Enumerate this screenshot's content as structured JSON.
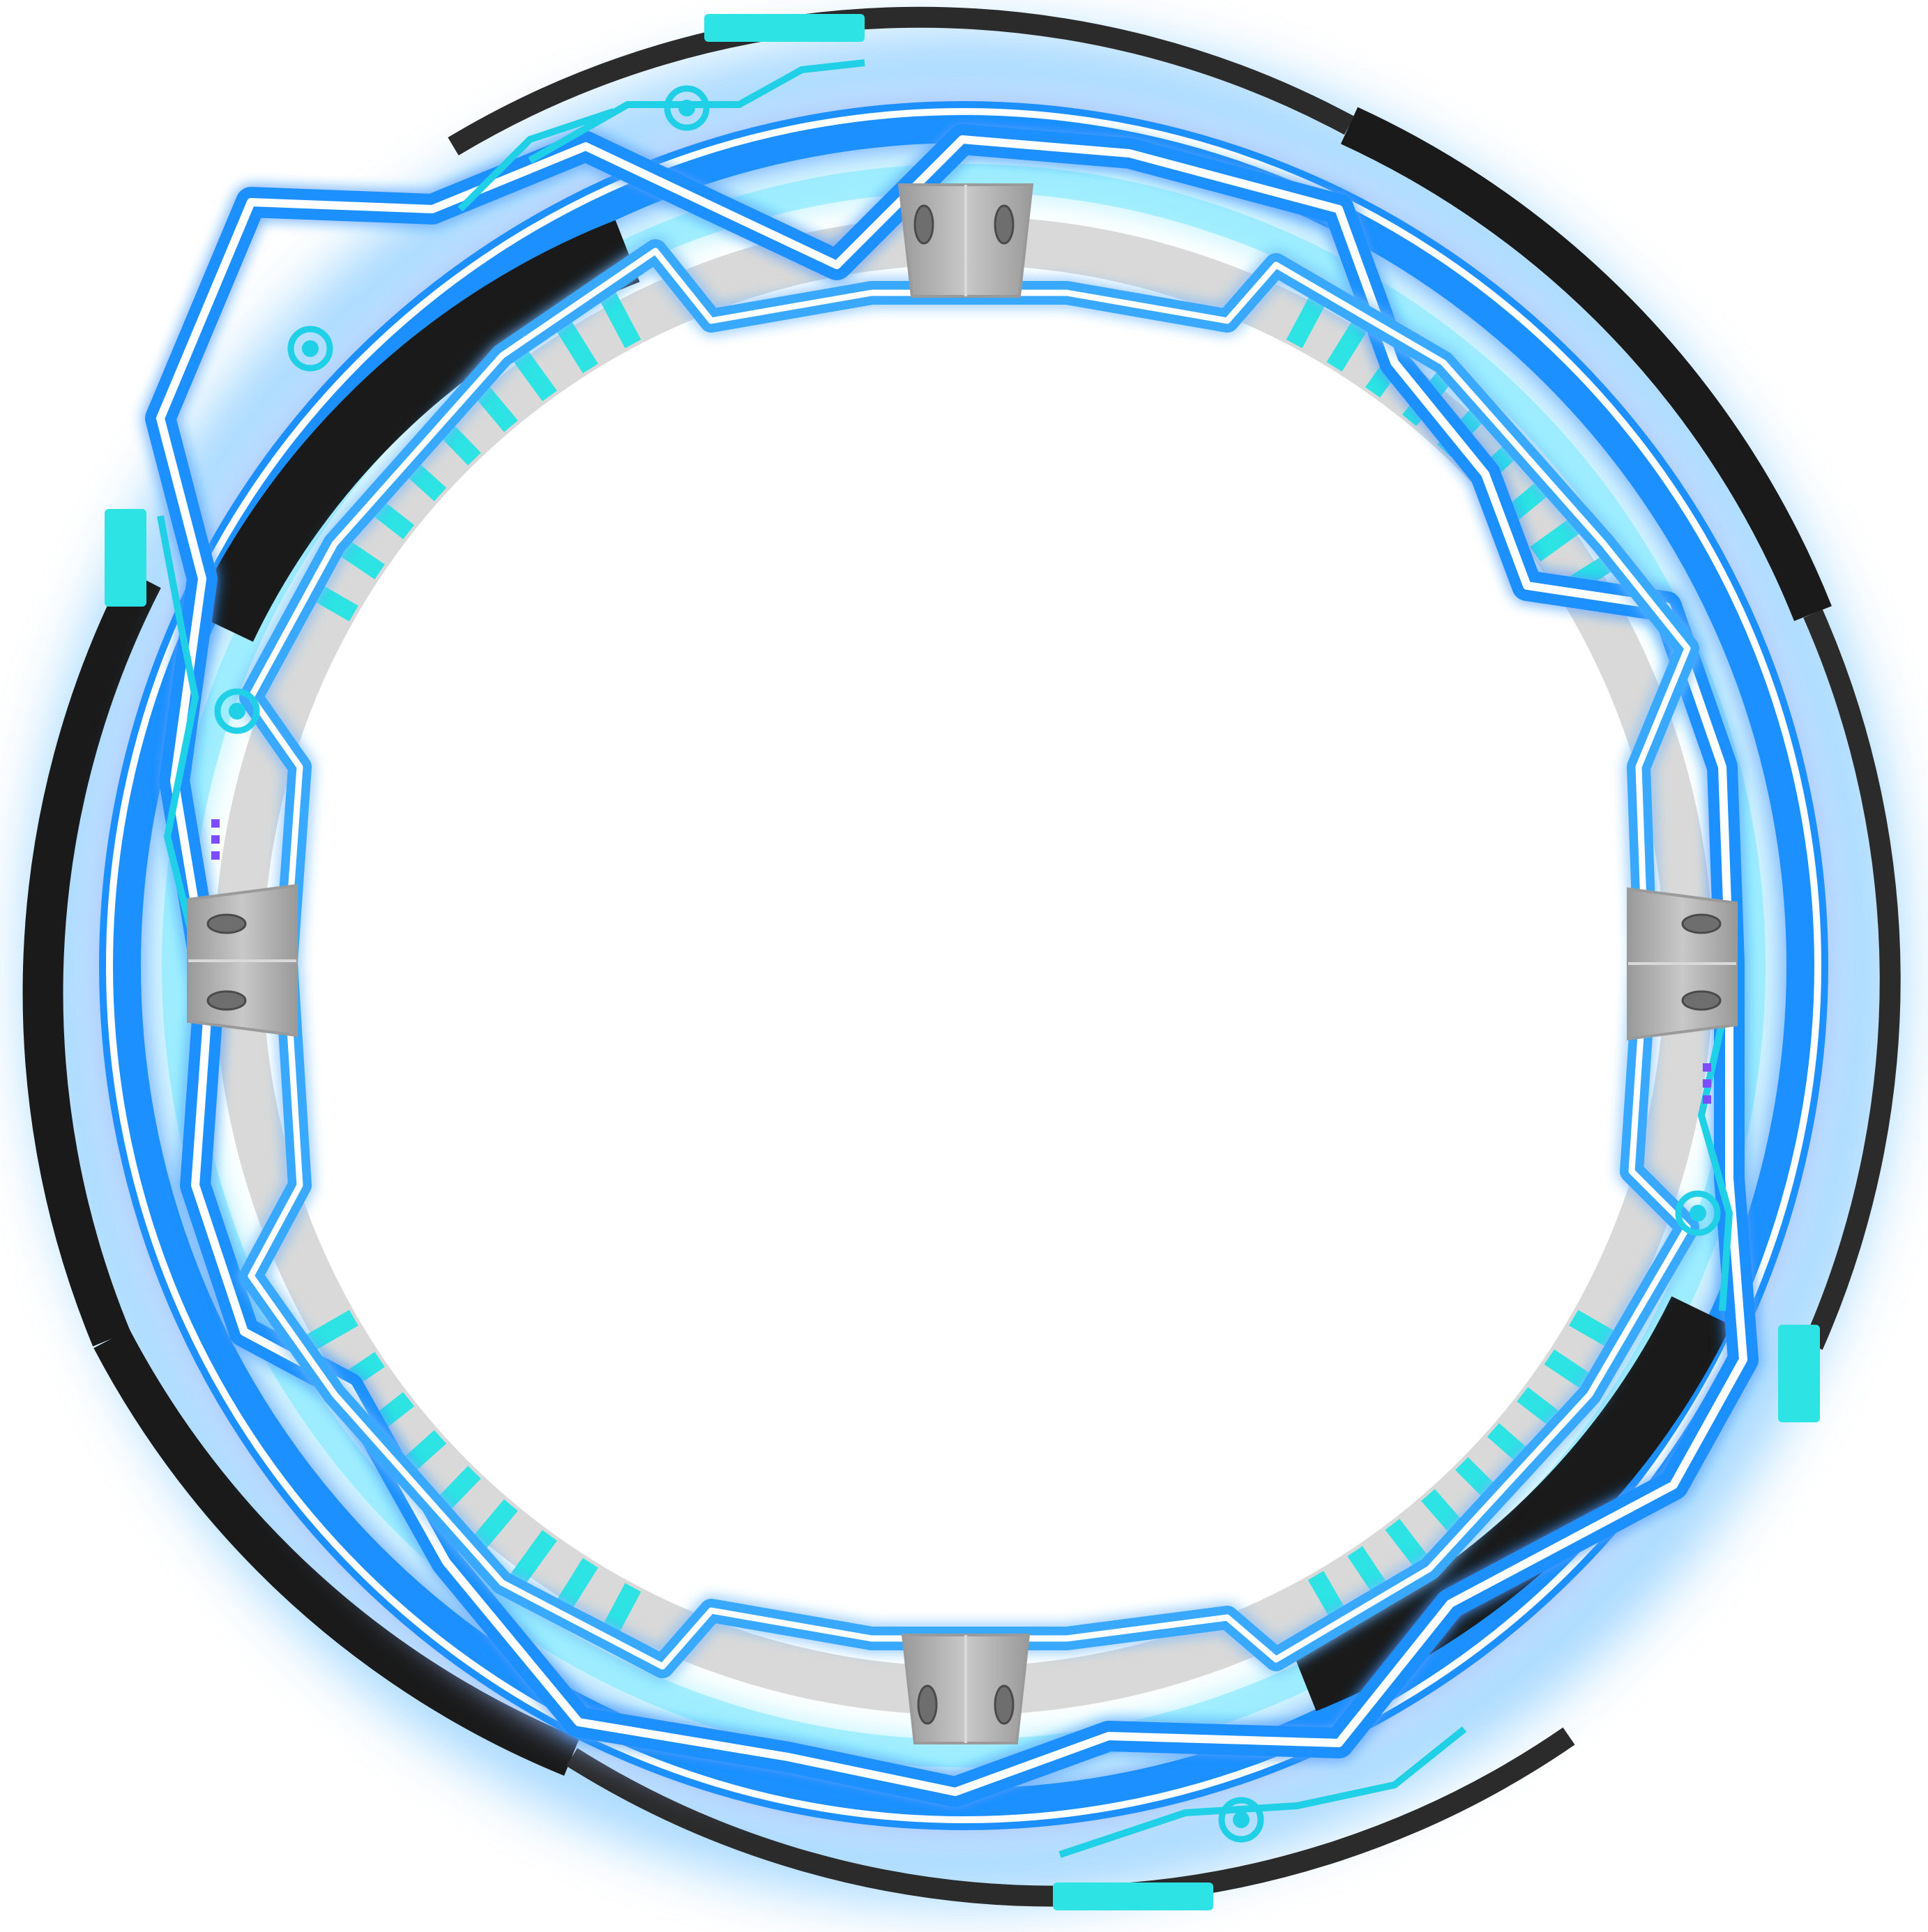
{
  "image": {
    "subject": "",
    "icon": "tech-ring-frame-icon"
  },
  "colors": {
    "background": "#ffffff",
    "outer_dark": "#1a1a1a",
    "outer_dark_edge": "#2b2b2b",
    "glow": "#39a9ff",
    "neon_blue": "#1e90ff",
    "neon_line": "#ffffff",
    "cyan": "#2de3e3",
    "cyan_light": "#7fe8ff",
    "grey_band": "#d9d9d9",
    "grey_plate": "#c8c8c8",
    "plate_shadow": "#9a9a9a",
    "circuit": "#1fd0e6",
    "purple_dot": "#7b4dff"
  },
  "components": {
    "brackets": [
      "top",
      "right",
      "bottom",
      "left"
    ],
    "circuit_nodes": 5,
    "tick_groups": 4
  }
}
